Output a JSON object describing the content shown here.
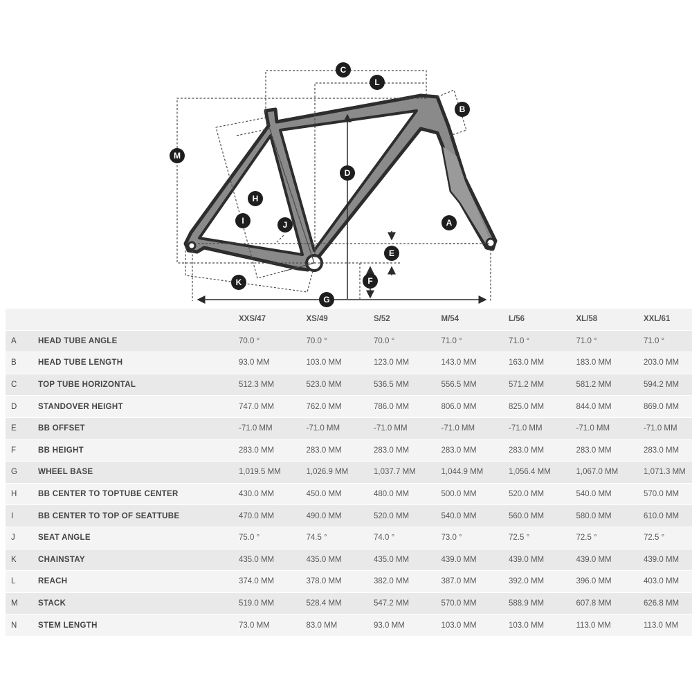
{
  "diagram": {
    "markers": [
      "A",
      "B",
      "C",
      "D",
      "E",
      "F",
      "G",
      "H",
      "I",
      "J",
      "K",
      "L",
      "M"
    ]
  },
  "table": {
    "sizes": [
      "XXS/47",
      "XS/49",
      "S/52",
      "M/54",
      "L/56",
      "XL/58",
      "XXL/61"
    ],
    "rows": [
      {
        "letter": "A",
        "name": "HEAD TUBE ANGLE",
        "values": [
          "70.0 °",
          "70.0 °",
          "70.0 °",
          "71.0 °",
          "71.0 °",
          "71.0 °",
          "71.0 °"
        ]
      },
      {
        "letter": "B",
        "name": "HEAD TUBE LENGTH",
        "values": [
          "93.0 MM",
          "103.0 MM",
          "123.0 MM",
          "143.0 MM",
          "163.0 MM",
          "183.0 MM",
          "203.0 MM"
        ]
      },
      {
        "letter": "C",
        "name": "TOP TUBE HORIZONTAL",
        "values": [
          "512.3 MM",
          "523.0 MM",
          "536.5 MM",
          "556.5 MM",
          "571.2 MM",
          "581.2 MM",
          "594.2 MM"
        ]
      },
      {
        "letter": "D",
        "name": "STANDOVER HEIGHT",
        "values": [
          "747.0 MM",
          "762.0 MM",
          "786.0 MM",
          "806.0 MM",
          "825.0 MM",
          "844.0 MM",
          "869.0 MM"
        ]
      },
      {
        "letter": "E",
        "name": "BB OFFSET",
        "values": [
          "-71.0 MM",
          "-71.0 MM",
          "-71.0 MM",
          "-71.0 MM",
          "-71.0 MM",
          "-71.0 MM",
          "-71.0 MM"
        ]
      },
      {
        "letter": "F",
        "name": "BB HEIGHT",
        "values": [
          "283.0 MM",
          "283.0 MM",
          "283.0 MM",
          "283.0 MM",
          "283.0 MM",
          "283.0 MM",
          "283.0 MM"
        ]
      },
      {
        "letter": "G",
        "name": "WHEEL BASE",
        "values": [
          "1,019.5 MM",
          "1,026.9 MM",
          "1,037.7 MM",
          "1,044.9 MM",
          "1,056.4 MM",
          "1,067.0 MM",
          "1,071.3 MM"
        ]
      },
      {
        "letter": "H",
        "name": "BB CENTER TO TOPTUBE CENTER",
        "values": [
          "430.0 MM",
          "450.0 MM",
          "480.0 MM",
          "500.0 MM",
          "520.0 MM",
          "540.0 MM",
          "570.0 MM"
        ]
      },
      {
        "letter": "I",
        "name": "BB CENTER TO TOP OF SEATTUBE",
        "values": [
          "470.0 MM",
          "490.0 MM",
          "520.0 MM",
          "540.0 MM",
          "560.0 MM",
          "580.0 MM",
          "610.0 MM"
        ]
      },
      {
        "letter": "J",
        "name": "SEAT ANGLE",
        "values": [
          "75.0 °",
          "74.5 °",
          "74.0 °",
          "73.0 °",
          "72.5 °",
          "72.5 °",
          "72.5 °"
        ]
      },
      {
        "letter": "K",
        "name": "CHAINSTAY",
        "values": [
          "435.0 MM",
          "435.0 MM",
          "435.0 MM",
          "439.0 MM",
          "439.0 MM",
          "439.0 MM",
          "439.0 MM"
        ]
      },
      {
        "letter": "L",
        "name": "REACH",
        "values": [
          "374.0 MM",
          "378.0 MM",
          "382.0 MM",
          "387.0 MM",
          "392.0 MM",
          "396.0 MM",
          "403.0 MM"
        ]
      },
      {
        "letter": "M",
        "name": "STACK",
        "values": [
          "519.0 MM",
          "528.4 MM",
          "547.2 MM",
          "570.0 MM",
          "588.9 MM",
          "607.8 MM",
          "626.8 MM"
        ]
      },
      {
        "letter": "N",
        "name": "STEM LENGTH",
        "values": [
          "73.0 MM",
          "83.0 MM",
          "93.0 MM",
          "103.0 MM",
          "103.0 MM",
          "113.0 MM",
          "113.0 MM"
        ]
      }
    ]
  }
}
